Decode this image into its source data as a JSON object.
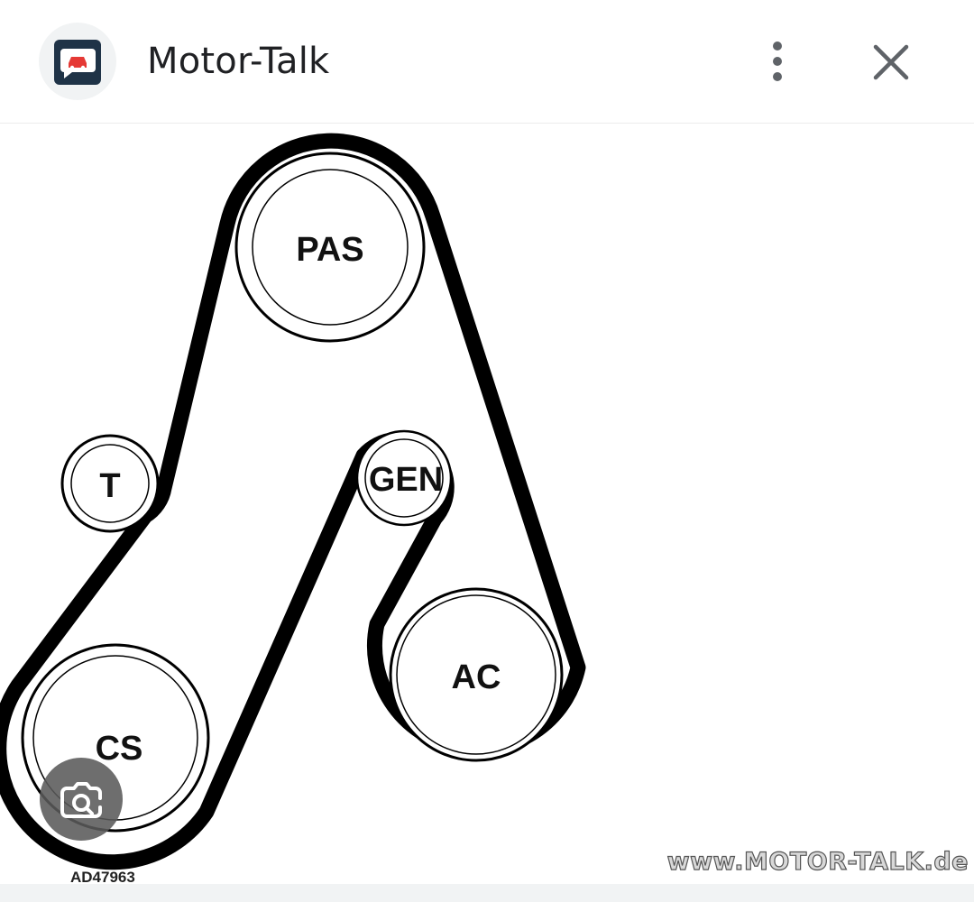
{
  "header": {
    "site_title": "Motor-Talk",
    "icons": {
      "app": "motor-talk-logo-icon",
      "more": "more-vertical-icon",
      "close": "close-icon"
    }
  },
  "diagram": {
    "pulleys": [
      "PAS",
      "T",
      "GEN",
      "AC",
      "CS"
    ],
    "code": "AD47963"
  },
  "watermark": "www.MOTOR-TALK.de",
  "lens_icon": "camera-search-icon",
  "colors": {
    "logo_background": "#1f3347",
    "logo_accent": "#e53935",
    "header_text": "#202124",
    "icon_gray": "#5f6368",
    "belt": "#000000"
  }
}
